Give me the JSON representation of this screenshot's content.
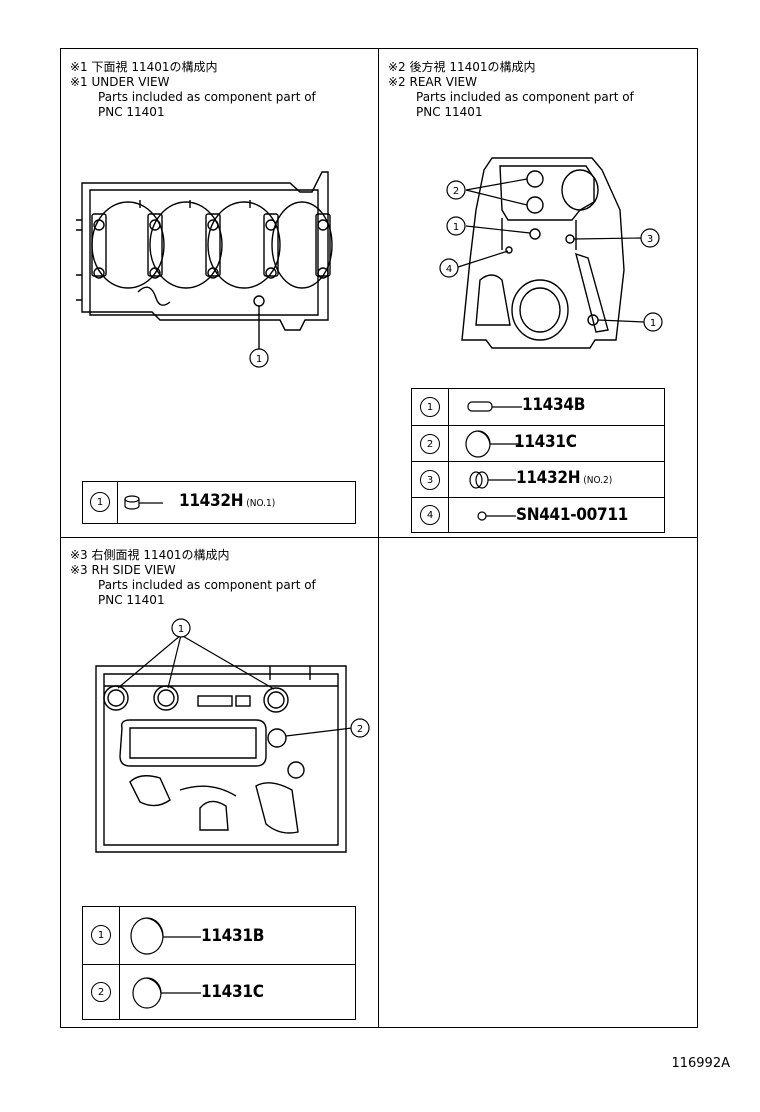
{
  "panels": {
    "under": {
      "line1": "※1 下面視 11401の構成内",
      "line2": "※1 UNDER VIEW",
      "line3": "Parts included as component part of",
      "line4": "PNC 11401",
      "callouts": [
        "1"
      ],
      "legend": [
        {
          "num": "1",
          "part": "11432H",
          "note": "(NO.1)"
        }
      ]
    },
    "rear": {
      "line1": "※2 後方視 11401の構成内",
      "line2": "※2 REAR VIEW",
      "line3": "Parts included as component part of",
      "line4": "PNC 11401",
      "callouts": [
        "2",
        "1",
        "3",
        "4",
        "1"
      ],
      "legend": [
        {
          "num": "1",
          "part": "11434B",
          "note": ""
        },
        {
          "num": "2",
          "part": "11431C",
          "note": ""
        },
        {
          "num": "3",
          "part": "11432H",
          "note": "(NO.2)"
        },
        {
          "num": "4",
          "part": "SN441-00711",
          "note": ""
        }
      ]
    },
    "rhside": {
      "line1": "※3 右側面視 11401の構成内",
      "line2": "※3 RH SIDE VIEW",
      "line3": "Parts included as component part of",
      "line4": "PNC 11401",
      "callouts": [
        "1",
        "2"
      ],
      "legend": [
        {
          "num": "1",
          "part": "11431B",
          "note": ""
        },
        {
          "num": "2",
          "part": "11431C",
          "note": ""
        }
      ]
    }
  },
  "figure_number": "116992A"
}
